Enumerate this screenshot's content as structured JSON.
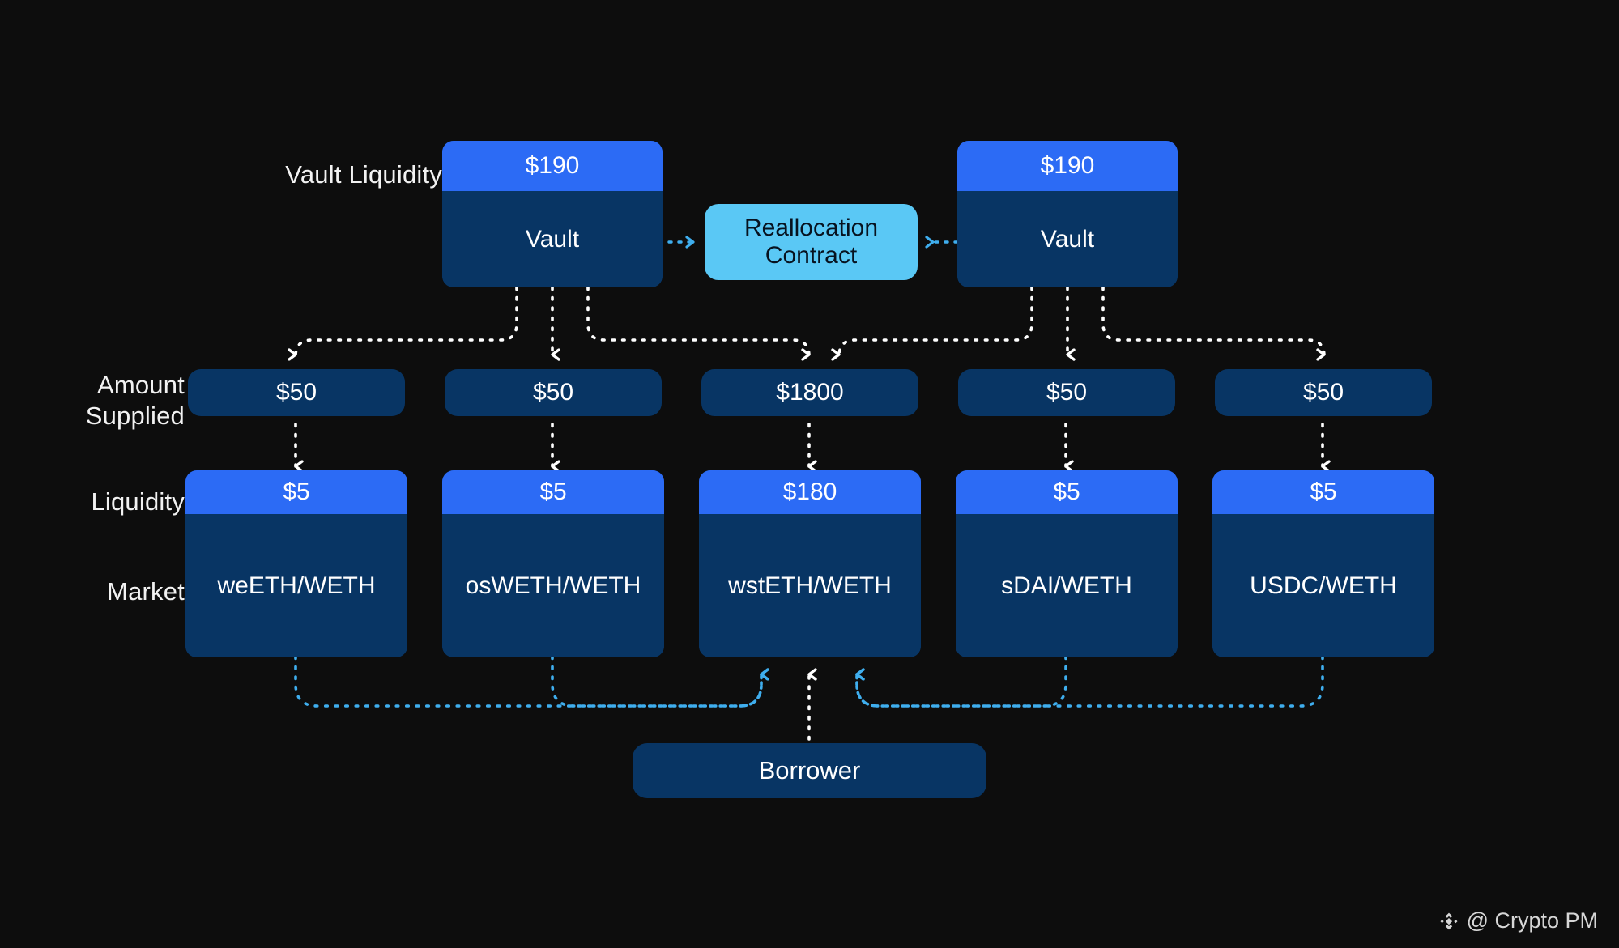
{
  "background": "#0d0d0d",
  "colors": {
    "accent_blue": "#2C6BF5",
    "deep_navy": "#083564",
    "cyan": "#5AC8F5",
    "white": "#ffffff"
  },
  "row_labels": {
    "vault_liquidity": "Vault Liquidity",
    "amount_supplied": "Amount\nSupplied",
    "liquidity": "Liquidity",
    "market": "Market"
  },
  "vaults": [
    {
      "liquidity": "$190",
      "label": "Vault"
    },
    {
      "liquidity": "$190",
      "label": "Vault"
    }
  ],
  "reallocation_contract": {
    "label": "Reallocation\nContract"
  },
  "columns": [
    {
      "amount_supplied": "$50",
      "liquidity": "$5",
      "market": "weETH/WETH"
    },
    {
      "amount_supplied": "$50",
      "liquidity": "$5",
      "market": "osWETH/WETH"
    },
    {
      "amount_supplied": "$1800",
      "liquidity": "$180",
      "market": "wstETH/WETH"
    },
    {
      "amount_supplied": "$50",
      "liquidity": "$5",
      "market": "sDAI/WETH"
    },
    {
      "amount_supplied": "$50",
      "liquidity": "$5",
      "market": "USDC/WETH"
    }
  ],
  "borrower": {
    "label": "Borrower"
  },
  "watermark": {
    "handle": "@ Crypto PM",
    "icon": "diamond-cluster-logo"
  }
}
